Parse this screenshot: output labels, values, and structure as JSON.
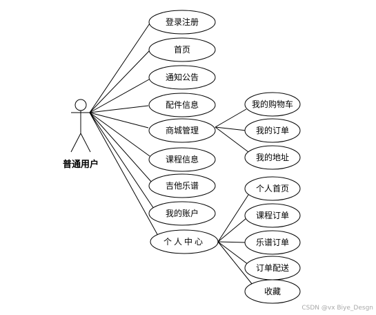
{
  "actor": {
    "label": "普通用户"
  },
  "use_cases": {
    "login": "登录注册",
    "home": "首页",
    "notice": "通知公告",
    "parts": "配件信息",
    "mall": "商城管理",
    "course": "课程信息",
    "score": "吉他乐谱",
    "account": "我的账户",
    "center": "个人中心"
  },
  "mall_sub": {
    "cart": "我的购物车",
    "orders": "我的订单",
    "address": "我的地址"
  },
  "center_sub": {
    "profile": "个人首页",
    "course_orders": "课程订单",
    "score_orders": "乐谱订单",
    "delivery": "订单配送",
    "favorites": "收藏"
  },
  "watermark": "CSDN @vx Biye_Desgn"
}
